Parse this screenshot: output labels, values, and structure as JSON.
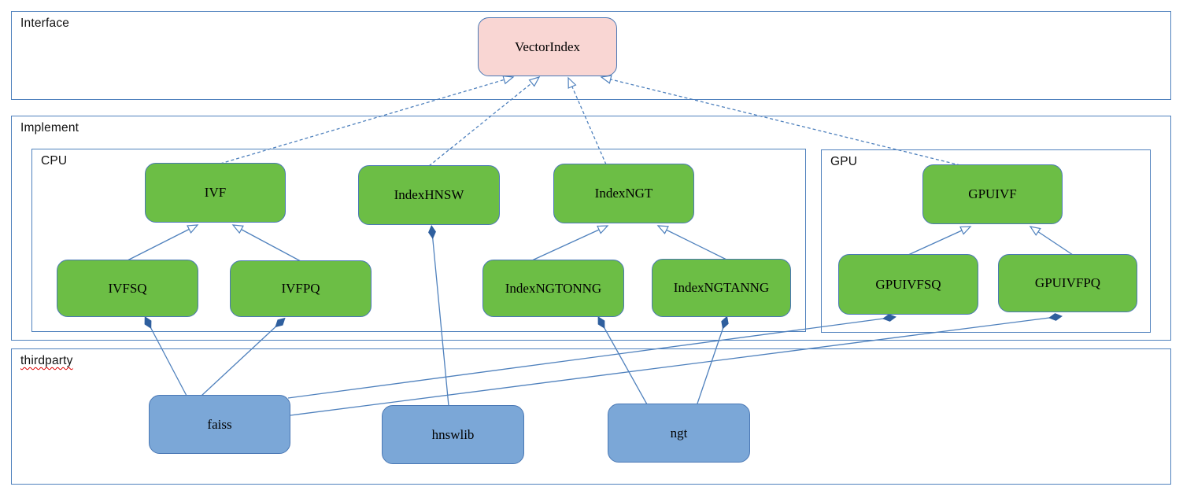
{
  "diagram": {
    "containers": {
      "interface": {
        "label": "Interface"
      },
      "implement": {
        "label": "Implement"
      },
      "cpu": {
        "label": "CPU"
      },
      "gpu": {
        "label": "GPU"
      },
      "thirdparty": {
        "label": "thirdparty",
        "spellcheck_underline": true
      }
    },
    "nodes": {
      "vectorindex": {
        "label": "VectorIndex",
        "container": "interface",
        "kind": "interface"
      },
      "ivf": {
        "label": "IVF",
        "container": "cpu",
        "kind": "implementation"
      },
      "indexhnsw": {
        "label": "IndexHNSW",
        "container": "cpu",
        "kind": "implementation"
      },
      "indexngt": {
        "label": "IndexNGT",
        "container": "cpu",
        "kind": "implementation"
      },
      "gpuivf": {
        "label": "GPUIVF",
        "container": "gpu",
        "kind": "implementation"
      },
      "ivfsq": {
        "label": "IVFSQ",
        "container": "cpu",
        "kind": "implementation"
      },
      "ivfpq": {
        "label": "IVFPQ",
        "container": "cpu",
        "kind": "implementation"
      },
      "indexngtonng": {
        "label": "IndexNGTONNG",
        "container": "cpu",
        "kind": "implementation"
      },
      "indexngtanng": {
        "label": "IndexNGTANNG",
        "container": "cpu",
        "kind": "implementation"
      },
      "gpuivfsq": {
        "label": "GPUIVFSQ",
        "container": "gpu",
        "kind": "implementation"
      },
      "gpuivfpq": {
        "label": "GPUIVFPQ",
        "container": "gpu",
        "kind": "implementation"
      },
      "faiss": {
        "label": "faiss",
        "container": "thirdparty",
        "kind": "library"
      },
      "hnswlib": {
        "label": "hnswlib",
        "container": "thirdparty",
        "kind": "library"
      },
      "ngt": {
        "label": "ngt",
        "container": "thirdparty",
        "kind": "library"
      }
    },
    "edges": [
      {
        "from": "ivf",
        "to": "vectorindex",
        "type": "realization-dashed-hollow-arrow"
      },
      {
        "from": "indexhnsw",
        "to": "vectorindex",
        "type": "realization-dashed-hollow-arrow"
      },
      {
        "from": "indexngt",
        "to": "vectorindex",
        "type": "realization-dashed-hollow-arrow"
      },
      {
        "from": "gpuivf",
        "to": "vectorindex",
        "type": "realization-dashed-hollow-arrow"
      },
      {
        "from": "ivfsq",
        "to": "ivf",
        "type": "generalization-hollow-arrow"
      },
      {
        "from": "ivfpq",
        "to": "ivf",
        "type": "generalization-hollow-arrow"
      },
      {
        "from": "indexngtonng",
        "to": "indexngt",
        "type": "generalization-hollow-arrow"
      },
      {
        "from": "indexngtanng",
        "to": "indexngt",
        "type": "generalization-hollow-arrow"
      },
      {
        "from": "gpuivfsq",
        "to": "gpuivf",
        "type": "generalization-hollow-arrow"
      },
      {
        "from": "gpuivfpq",
        "to": "gpuivf",
        "type": "generalization-hollow-arrow"
      },
      {
        "from": "faiss",
        "to": "ivfsq",
        "type": "composition-filled-diamond"
      },
      {
        "from": "faiss",
        "to": "ivfpq",
        "type": "composition-filled-diamond"
      },
      {
        "from": "faiss",
        "to": "gpuivfsq",
        "type": "composition-filled-diamond"
      },
      {
        "from": "faiss",
        "to": "gpuivfpq",
        "type": "composition-filled-diamond"
      },
      {
        "from": "hnswlib",
        "to": "indexhnsw",
        "type": "composition-filled-diamond"
      },
      {
        "from": "ngt",
        "to": "indexngtonng",
        "type": "composition-filled-diamond"
      },
      {
        "from": "ngt",
        "to": "indexngtanng",
        "type": "composition-filled-diamond"
      }
    ],
    "colors": {
      "interface_node_fill": "#f9d6d3",
      "implementation_node_fill": "#6cbe45",
      "library_node_fill": "#7ba7d7",
      "node_border": "#4a78b5",
      "container_border": "#4f81bd",
      "connector": "#4f81bd",
      "composition_diamond_fill": "#2f5f9e",
      "misspelling_underline": "#dd0000",
      "text": "#000000",
      "background": "#ffffff"
    }
  }
}
